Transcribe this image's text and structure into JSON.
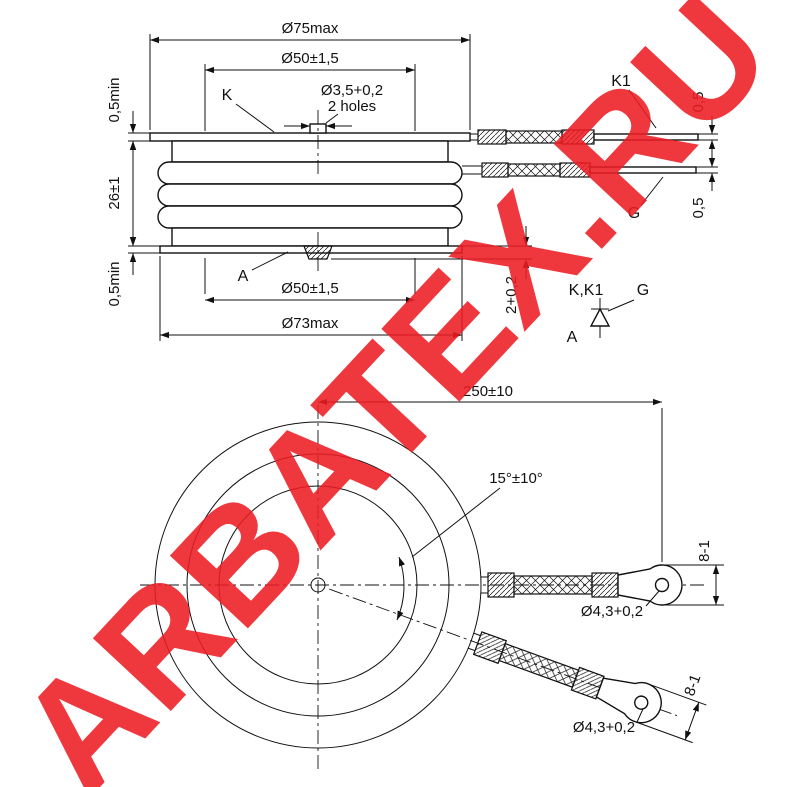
{
  "watermark": {
    "text": "ARBATEX.RU",
    "color": "#ed1c24"
  },
  "side_view": {
    "dim_diameter_75": "Ø75max",
    "dim_diameter_50_top": "Ø50±1,5",
    "dim_hole": "Ø3,5+0,2",
    "dim_hole_note": "2 holes",
    "label_cathode": "K",
    "label_cathode_lead": "K1",
    "label_gate_lead": "G",
    "label_anode": "A",
    "dim_flange_top": "0,5min",
    "dim_height": "26±1",
    "dim_flange_bottom": "0,5min",
    "dim_diameter_50_bottom": "Ø50±1,5",
    "dim_diameter_73": "Ø73max",
    "dim_stud_height": "2+0,2",
    "dim_lead1_thickness": "0,5",
    "dim_lead2_thickness": "0,5"
  },
  "symbol": {
    "cathode": "K,K1",
    "gate": "G",
    "anode": "A"
  },
  "plan_view": {
    "dim_lead_length": "250±10",
    "dim_lead_angle": "15°±10°",
    "dim_terminal1_width": "8-1",
    "dim_terminal1_hole": "Ø4,3+0,2",
    "dim_terminal2_width": "8-1",
    "dim_terminal2_hole": "Ø4,3+0,2"
  }
}
